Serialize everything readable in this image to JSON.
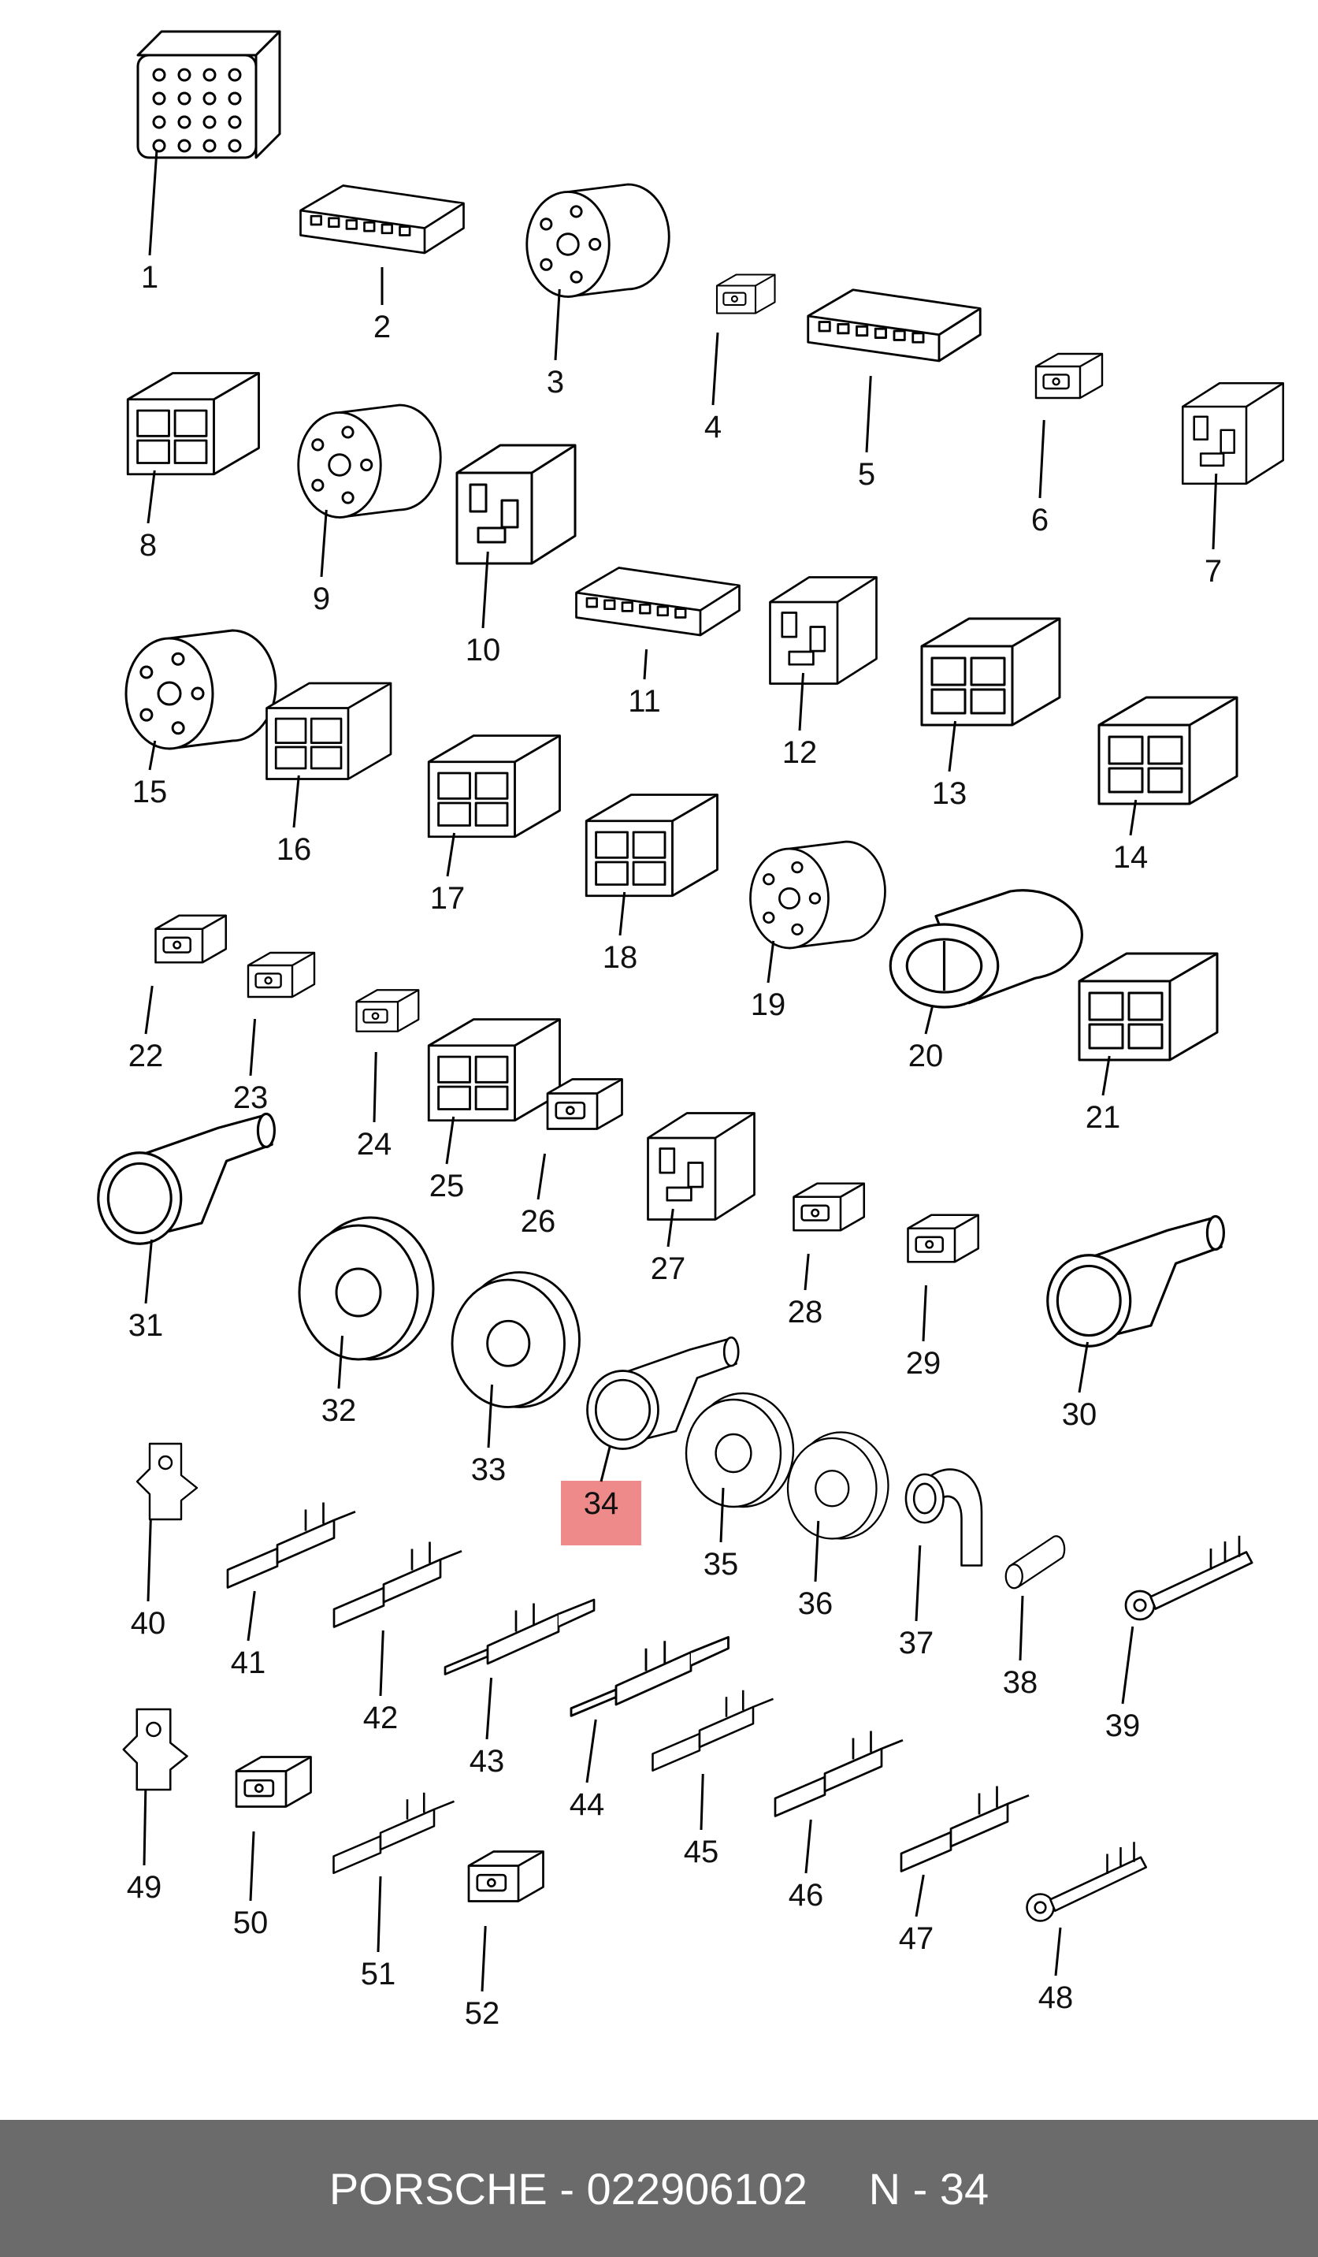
{
  "parts": [
    {
      "n": "1",
      "kind": "multi-pin-block"
    },
    {
      "n": "2",
      "kind": "flat-connector"
    },
    {
      "n": "3",
      "kind": "round-connector"
    },
    {
      "n": "4",
      "kind": "small-connector"
    },
    {
      "n": "5",
      "kind": "flat-connector"
    },
    {
      "n": "6",
      "kind": "small-connector"
    },
    {
      "n": "7",
      "kind": "relay-socket"
    },
    {
      "n": "8",
      "kind": "box-connector"
    },
    {
      "n": "9",
      "kind": "round-connector"
    },
    {
      "n": "10",
      "kind": "relay-socket"
    },
    {
      "n": "11",
      "kind": "flat-connector"
    },
    {
      "n": "12",
      "kind": "relay-socket"
    },
    {
      "n": "13",
      "kind": "box-connector"
    },
    {
      "n": "14",
      "kind": "box-connector"
    },
    {
      "n": "15",
      "kind": "round-connector"
    },
    {
      "n": "16",
      "kind": "box-connector"
    },
    {
      "n": "17",
      "kind": "box-connector"
    },
    {
      "n": "18",
      "kind": "box-connector"
    },
    {
      "n": "19",
      "kind": "round-connector"
    },
    {
      "n": "20",
      "kind": "oval-connector"
    },
    {
      "n": "21",
      "kind": "box-connector"
    },
    {
      "n": "22",
      "kind": "small-connector"
    },
    {
      "n": "23",
      "kind": "small-connector"
    },
    {
      "n": "24",
      "kind": "small-connector"
    },
    {
      "n": "25",
      "kind": "box-connector"
    },
    {
      "n": "26",
      "kind": "small-connector"
    },
    {
      "n": "27",
      "kind": "relay-socket"
    },
    {
      "n": "28",
      "kind": "small-connector"
    },
    {
      "n": "29",
      "kind": "small-connector"
    },
    {
      "n": "30",
      "kind": "boot"
    },
    {
      "n": "31",
      "kind": "boot"
    },
    {
      "n": "32",
      "kind": "grommet"
    },
    {
      "n": "33",
      "kind": "grommet"
    },
    {
      "n": "34",
      "kind": "boot"
    },
    {
      "n": "35",
      "kind": "grommet"
    },
    {
      "n": "36",
      "kind": "grommet"
    },
    {
      "n": "37",
      "kind": "elbow-boot"
    },
    {
      "n": "38",
      "kind": "sleeve"
    },
    {
      "n": "39",
      "kind": "ring-terminal"
    },
    {
      "n": "40",
      "kind": "clip"
    },
    {
      "n": "41",
      "kind": "terminal"
    },
    {
      "n": "42",
      "kind": "terminal"
    },
    {
      "n": "43",
      "kind": "pin-terminal"
    },
    {
      "n": "44",
      "kind": "pin-terminal"
    },
    {
      "n": "45",
      "kind": "terminal"
    },
    {
      "n": "46",
      "kind": "terminal"
    },
    {
      "n": "47",
      "kind": "terminal"
    },
    {
      "n": "48",
      "kind": "ring-terminal"
    },
    {
      "n": "49",
      "kind": "clip"
    },
    {
      "n": "50",
      "kind": "small-connector"
    },
    {
      "n": "51",
      "kind": "terminal"
    },
    {
      "n": "52",
      "kind": "small-connector"
    }
  ],
  "highlighted_part": "34",
  "footer": {
    "brand": "PORSCHE",
    "separator": " - ",
    "part_number": "022906102",
    "gap": "     ",
    "ref_prefix": "N - ",
    "ref_number": "34"
  }
}
